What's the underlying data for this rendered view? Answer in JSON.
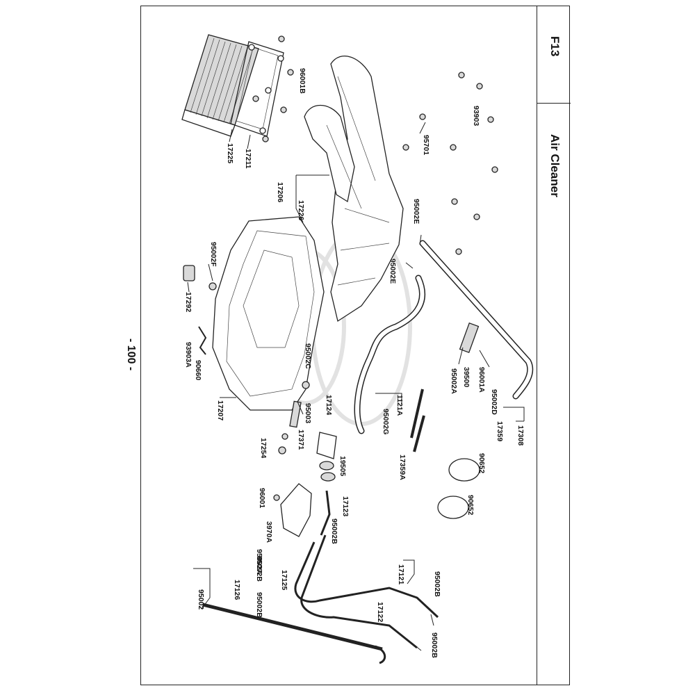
{
  "header": {
    "code": "F13",
    "title": "Air Cleaner"
  },
  "footer": {
    "page_number": "- 100 -"
  },
  "parts": {
    "p96001B": "96001B",
    "p17225": "17225",
    "p17211": "17211",
    "p93903": "93903",
    "p95701": "95701",
    "p17206": "17206",
    "p17226": "17226",
    "p95002E_1": "95002E",
    "p95002E_2": "95002E",
    "p95002F": "95002F",
    "p17292": "17292",
    "p93903A": "93903A",
    "p90660": "90660",
    "p95002C": "95002C",
    "p17207": "17207",
    "p95003": "95003",
    "p17371": "17371",
    "p17254": "17254",
    "p17124": "17124",
    "p95002G": "95002G",
    "p1121A": "1121A",
    "p95002A": "95002A",
    "p39500": "39500",
    "p96001A": "96001A",
    "p95002D": "95002D",
    "p17359": "17359",
    "p17308": "17308",
    "p17359A": "17359A",
    "p90652_1": "90652",
    "p90652_2": "90652",
    "p19505": "19505",
    "p96001": "96001",
    "p3970A": "3970A",
    "p17123": "17123",
    "p95002B_1": "95002B",
    "p95002A_2": "95002A",
    "p95002B_2": "95002B",
    "p17125": "17125",
    "p95002B_3": "95002B",
    "p17126": "17126",
    "p95002": "95002",
    "p17121": "17121",
    "p95002B_4": "95002B",
    "p17122": "17122",
    "p95002B_5": "95002B"
  }
}
